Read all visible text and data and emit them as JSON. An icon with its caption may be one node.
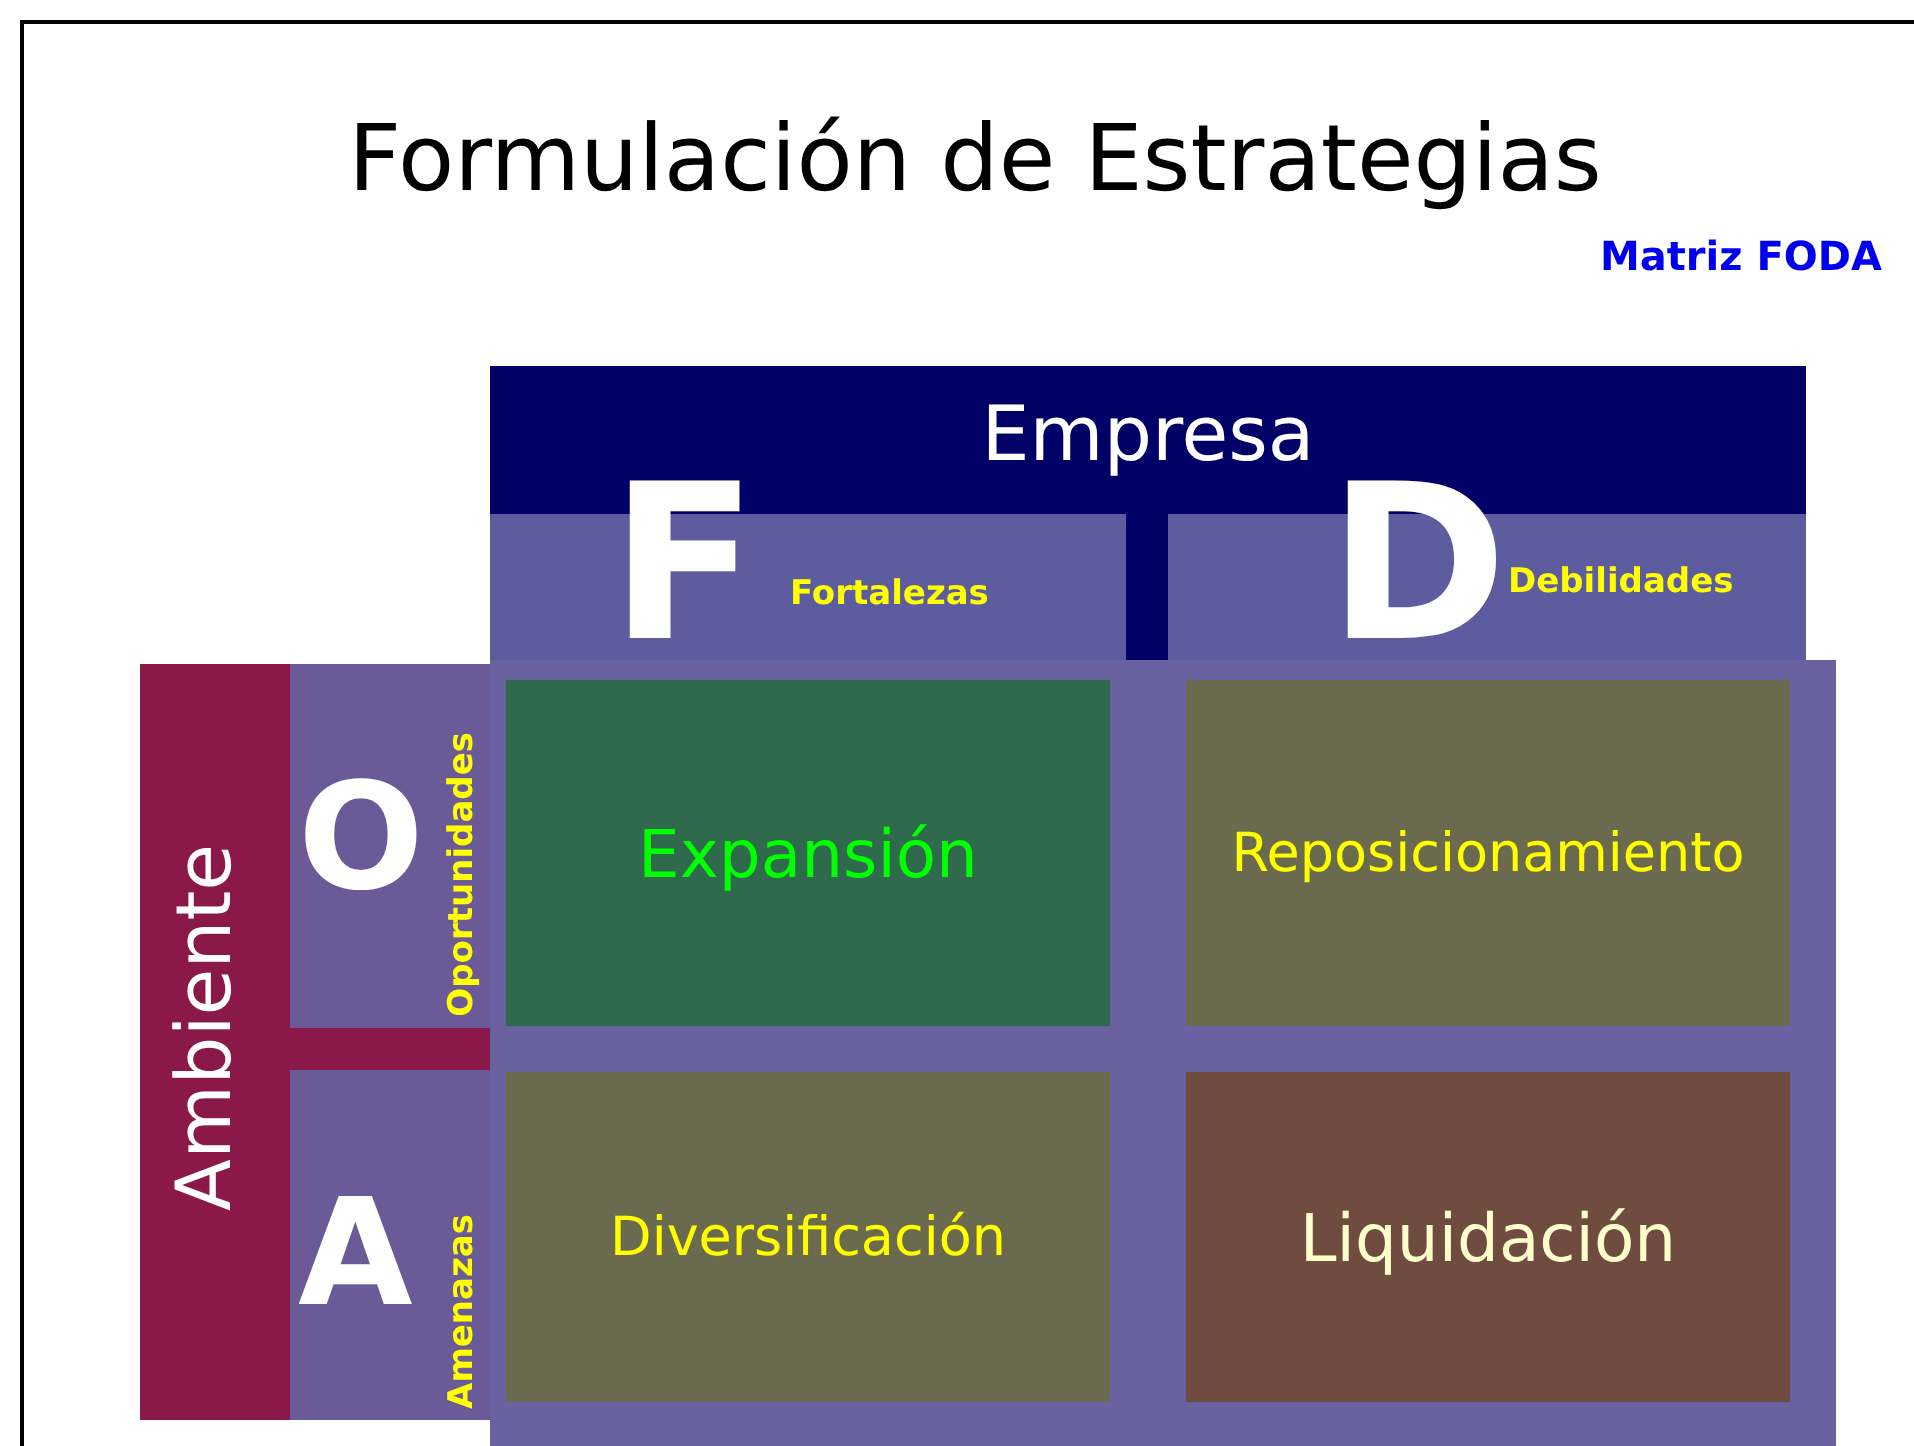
{
  "diagram": {
    "title": "Formulación de Estrategias",
    "nodes": [
      {
        "text": [
          "Empresa"
        ]
      },
      {
        "text": [
          "F",
          "Fortalezas"
        ],
        "in": 0
      },
      {
        "text": [
          "D",
          "Debilidades"
        ],
        "in": 0
      },
      {
        "text": [
          "Ambiente"
        ]
      },
      {
        "text": [
          "O",
          "Oportunidades"
        ],
        "in": 3
      },
      {
        "text": [
          "A",
          "Amenazas"
        ],
        "in": 3
      },
      {
        "text": [
          "Expansión"
        ]
      },
      {
        "text": [
          "Reposicionamiento"
        ]
      },
      {
        "text": [
          "Diversificación"
        ]
      },
      {
        "text": [
          "Liquidación"
        ]
      }
    ],
    "edges": [],
    "labels": [
      "Matriz FODA"
    ]
  }
}
